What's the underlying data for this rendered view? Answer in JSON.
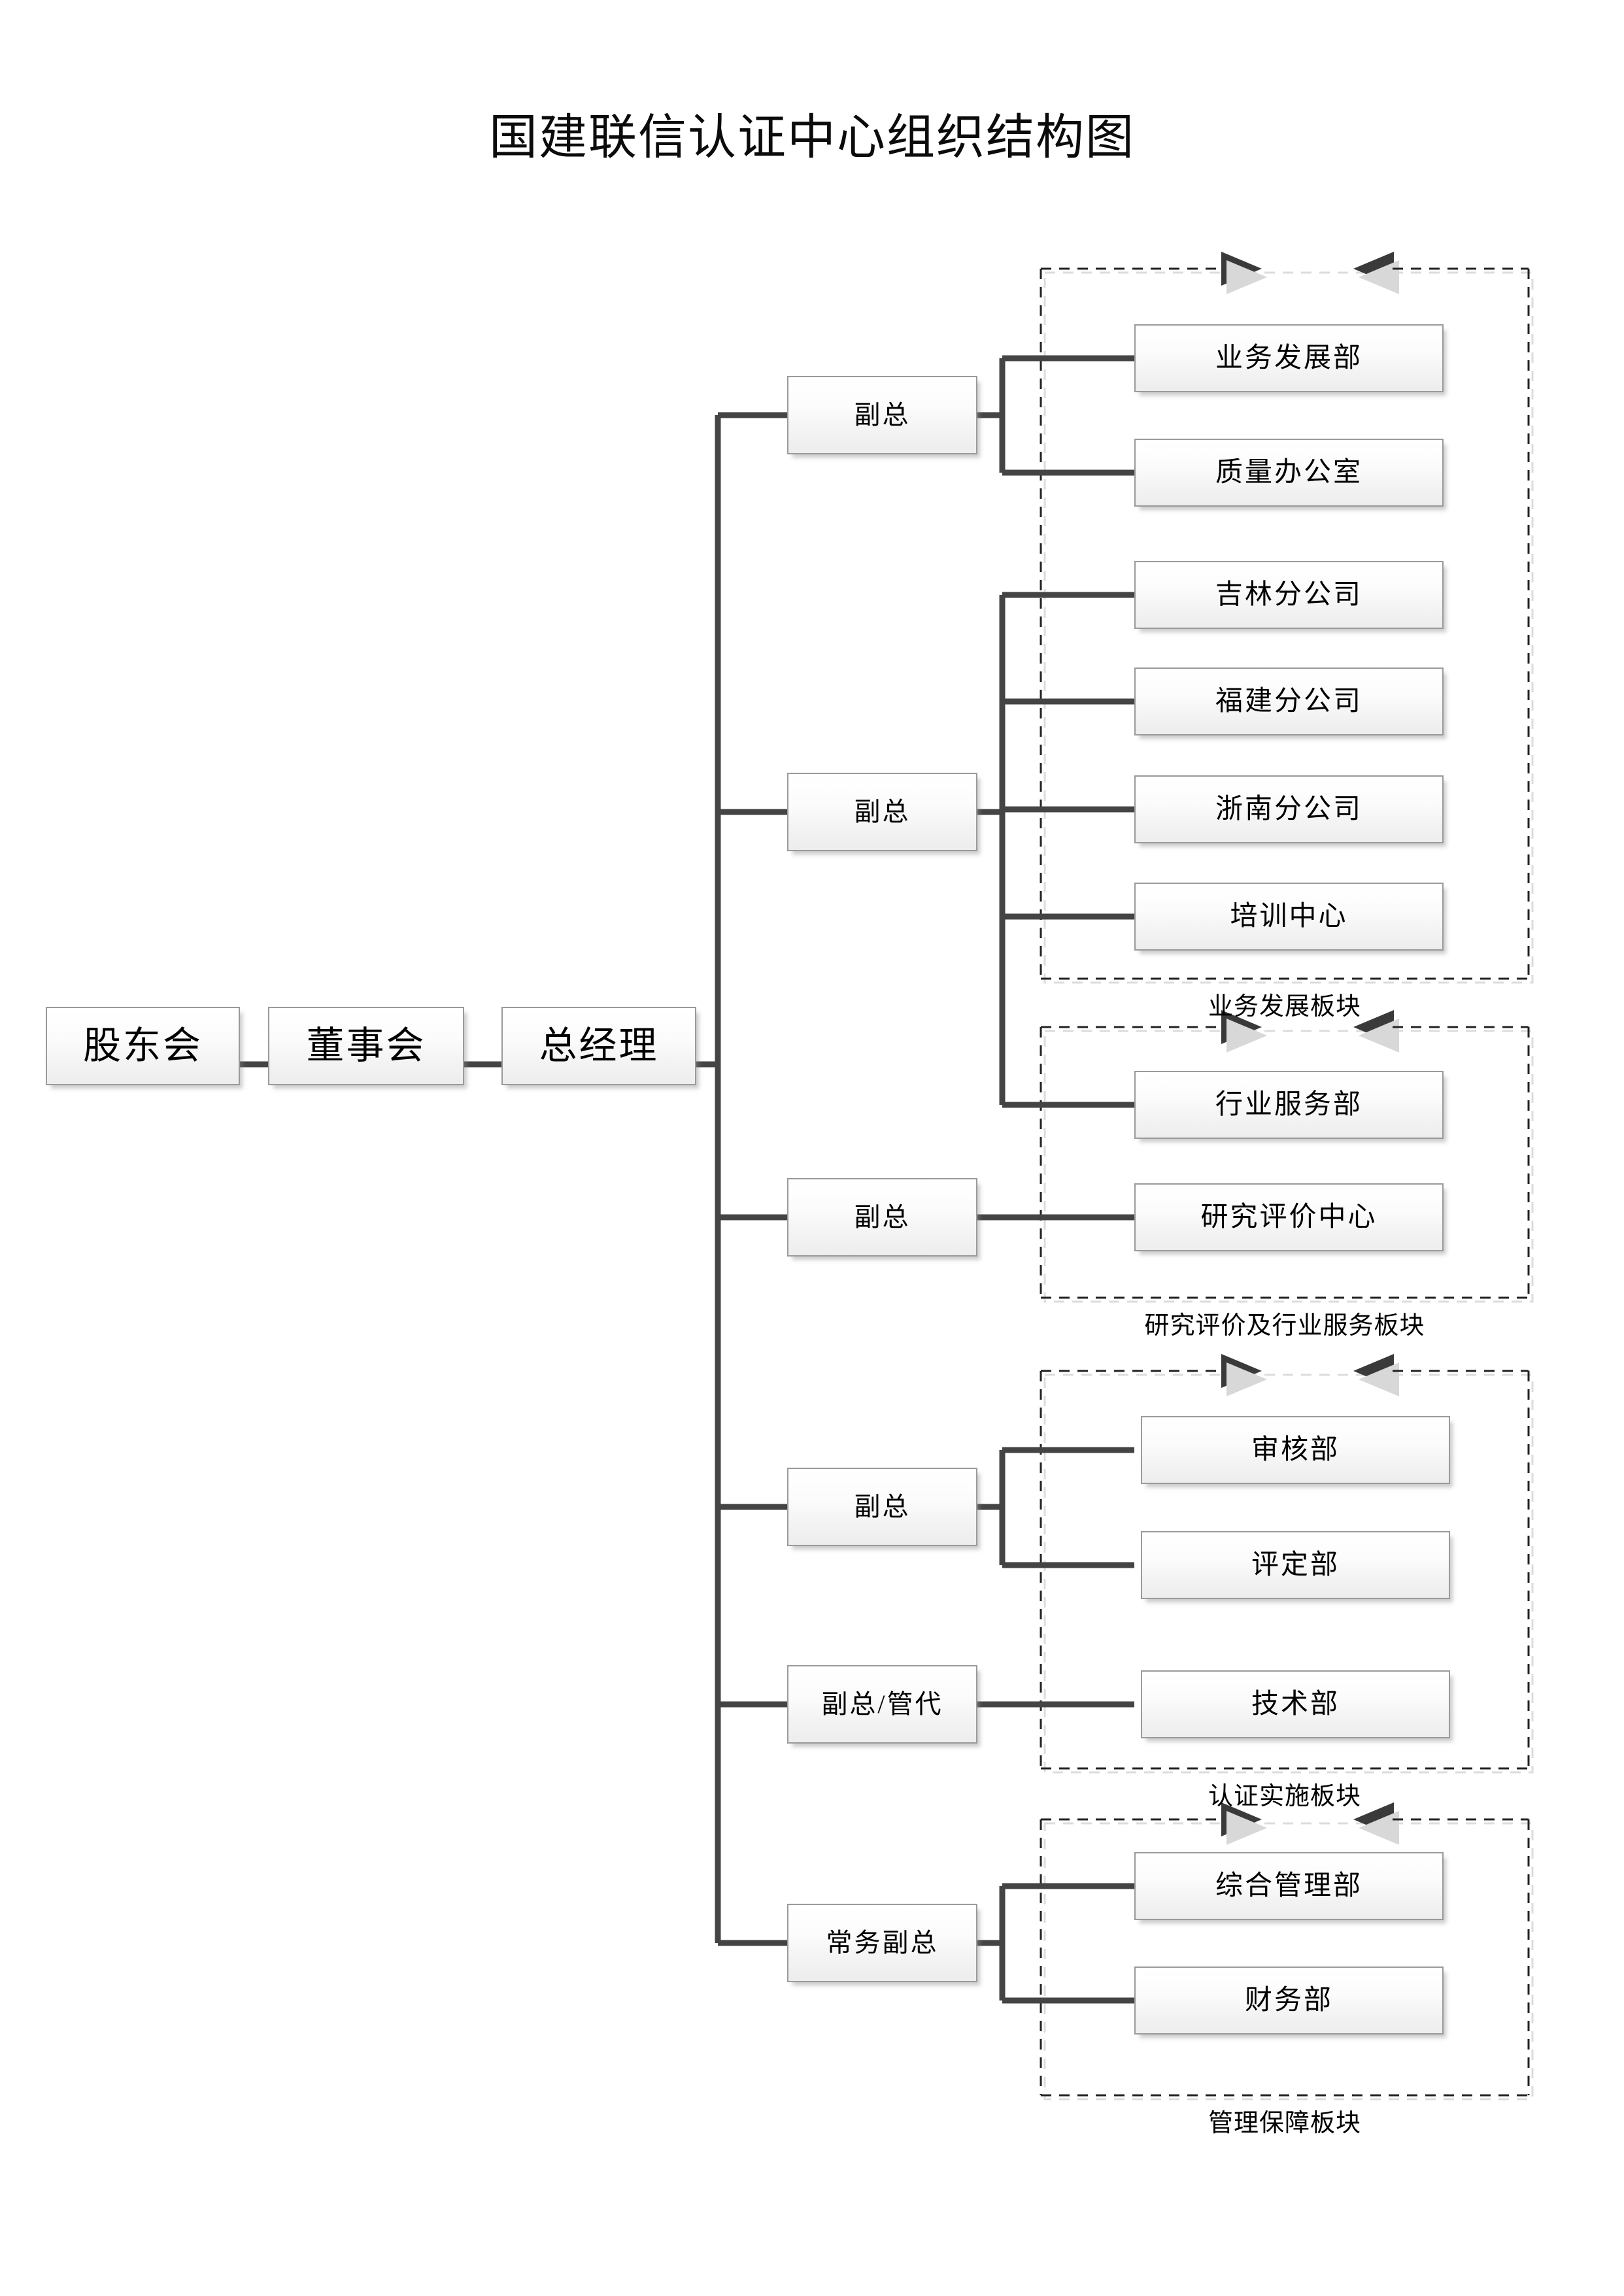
{
  "document": {
    "title": "国建联信认证中心组织结构图"
  },
  "governance": {
    "nodes": [
      {
        "id": "shareholders",
        "label": "股东会"
      },
      {
        "id": "board",
        "label": "董事会"
      },
      {
        "id": "gm",
        "label": "总经理"
      }
    ]
  },
  "executives": [
    {
      "id": "vp-1",
      "label": "副总"
    },
    {
      "id": "vp-2",
      "label": "副总"
    },
    {
      "id": "vp-3",
      "label": "副总"
    },
    {
      "id": "vp-4",
      "label": "副总"
    },
    {
      "id": "vp-mr",
      "label": "副总/管代"
    },
    {
      "id": "evp",
      "label": "常务副总"
    }
  ],
  "departments": [
    {
      "id": "dept-bizdev",
      "label": "业务发展部"
    },
    {
      "id": "dept-qualoff",
      "label": "质量办公室"
    },
    {
      "id": "dept-jilin",
      "label": "吉林分公司"
    },
    {
      "id": "dept-fujian",
      "label": "福建分公司"
    },
    {
      "id": "dept-zhenan",
      "label": "浙南分公司"
    },
    {
      "id": "dept-training",
      "label": "培训中心"
    },
    {
      "id": "dept-industry",
      "label": "行业服务部"
    },
    {
      "id": "dept-research",
      "label": "研究评价中心"
    },
    {
      "id": "dept-audit",
      "label": "审核部"
    },
    {
      "id": "dept-assess",
      "label": "评定部"
    },
    {
      "id": "dept-tech",
      "label": "技术部"
    },
    {
      "id": "dept-admin",
      "label": "综合管理部"
    },
    {
      "id": "dept-finance",
      "label": "财务部"
    }
  ],
  "groups": [
    {
      "id": "group-bizdev",
      "label": "业务发展板块"
    },
    {
      "id": "group-research",
      "label": "研究评价及行业服务板块"
    },
    {
      "id": "group-certimpl",
      "label": "认证实施板块"
    },
    {
      "id": "group-mgmt",
      "label": "管理保障板块"
    }
  ],
  "colors": {
    "line": "#444444",
    "box_border": "#9a9a9a",
    "dashed_border": "#222222",
    "dashed_shadow": "#d6d6d6",
    "text": "#000000",
    "background": "#ffffff"
  }
}
